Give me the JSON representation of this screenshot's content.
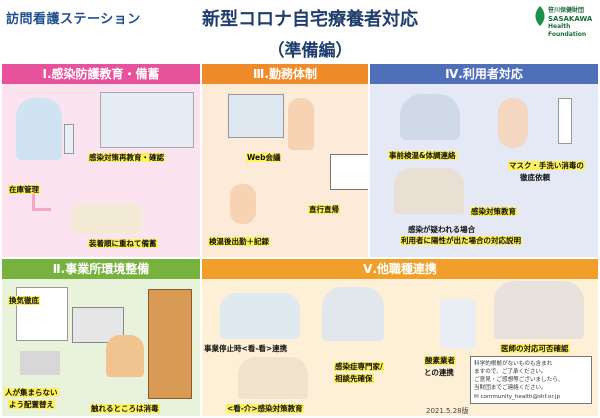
{
  "header": {
    "org": "訪問看護ステーション",
    "title": "新型コロナ自宅療養者対応",
    "subtitle": "（準備編）",
    "logo_jp": "笹川保健財団",
    "logo_en1": "SASAKAWA",
    "logo_en2": "Health Foundation"
  },
  "sections": {
    "s1": {
      "title": "Ⅰ.感染防護教育・備蓄",
      "labels": [
        "在庫管理",
        "感染対策再教育・確認",
        "装着順に重ねて備蓄"
      ],
      "color": "#e8529b"
    },
    "s3": {
      "title": "Ⅲ.勤務体制",
      "labels": [
        "Web会議",
        "直行直帰",
        "検温後出勤＋記録"
      ],
      "color": "#f08b2a"
    },
    "s4": {
      "title": "Ⅳ.利用者対応",
      "labels": [
        "事前検温&体調連絡",
        "マスク・手洗い消毒の",
        "徹底依頼",
        "感染対策教育",
        "感染が疑われる場合",
        "利用者に陽性が出た場合の対応説明"
      ],
      "color": "#4f6fb8"
    },
    "s2": {
      "title": "Ⅱ.事業所環境整備",
      "labels": [
        "換気徹底",
        "人が集まらない",
        "よう配置替え",
        "触れるところは消毒"
      ],
      "color": "#78b23e"
    },
    "s5": {
      "title": "Ⅴ.他職種連携",
      "labels": [
        "事業停止時<看-看>連携",
        "感染症専門家/",
        "相談先確保",
        "酸素業者",
        "との連携",
        "医師の対応可否確認",
        "<看-介>感染対策教育"
      ],
      "color": "#f0a02a"
    }
  },
  "footer": {
    "note_lines": [
      "科学的根拠がないものも含まれ",
      "ますので、ご了承ください。",
      "ご意見・ご感想等ございましたら、",
      "当財団までご連絡ください。"
    ],
    "email": "community_health@shf.or.jp",
    "date": "2021.5.28版"
  }
}
